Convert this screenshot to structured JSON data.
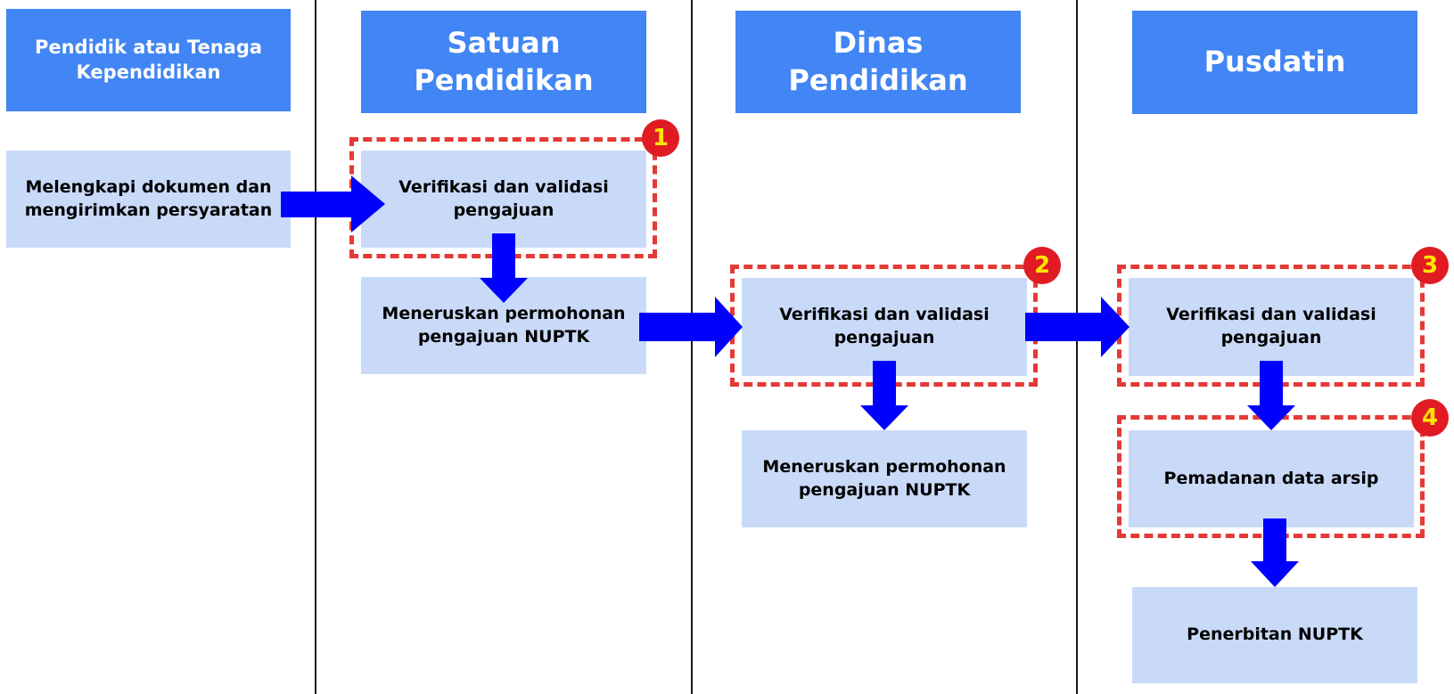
{
  "lanes": [
    {
      "title": "Pendidik atau Tenaga Kependidikan"
    },
    {
      "title": "Satuan Pendidikan"
    },
    {
      "title": "Dinas Pendidikan"
    },
    {
      "title": "Pusdatin"
    }
  ],
  "steps": {
    "lengkapi": "Melengkapi dokumen dan mengirimkan persyaratan",
    "satuan_verifikasi": "Verifikasi dan validasi pengajuan",
    "satuan_teruskan": "Meneruskan permohonan pengajuan NUPTK",
    "dinas_verifikasi": "Verifikasi dan validasi pengajuan",
    "dinas_teruskan": "Meneruskan permohonan pengajuan NUPTK",
    "pusdatin_verifikasi": "Verifikasi dan validasi pengajuan",
    "pusdatin_pemadanan": "Pemadanan data arsip",
    "pusdatin_penerbitan": "Penerbitan NUPTK"
  },
  "badges": [
    "1",
    "2",
    "3",
    "4"
  ],
  "colors": {
    "header": "#4285f4",
    "step": "#c9daf8",
    "arrow": "#0000ff",
    "highlight": "#e53935",
    "badge": "#e01b24",
    "badge_text": "#ffe600"
  }
}
